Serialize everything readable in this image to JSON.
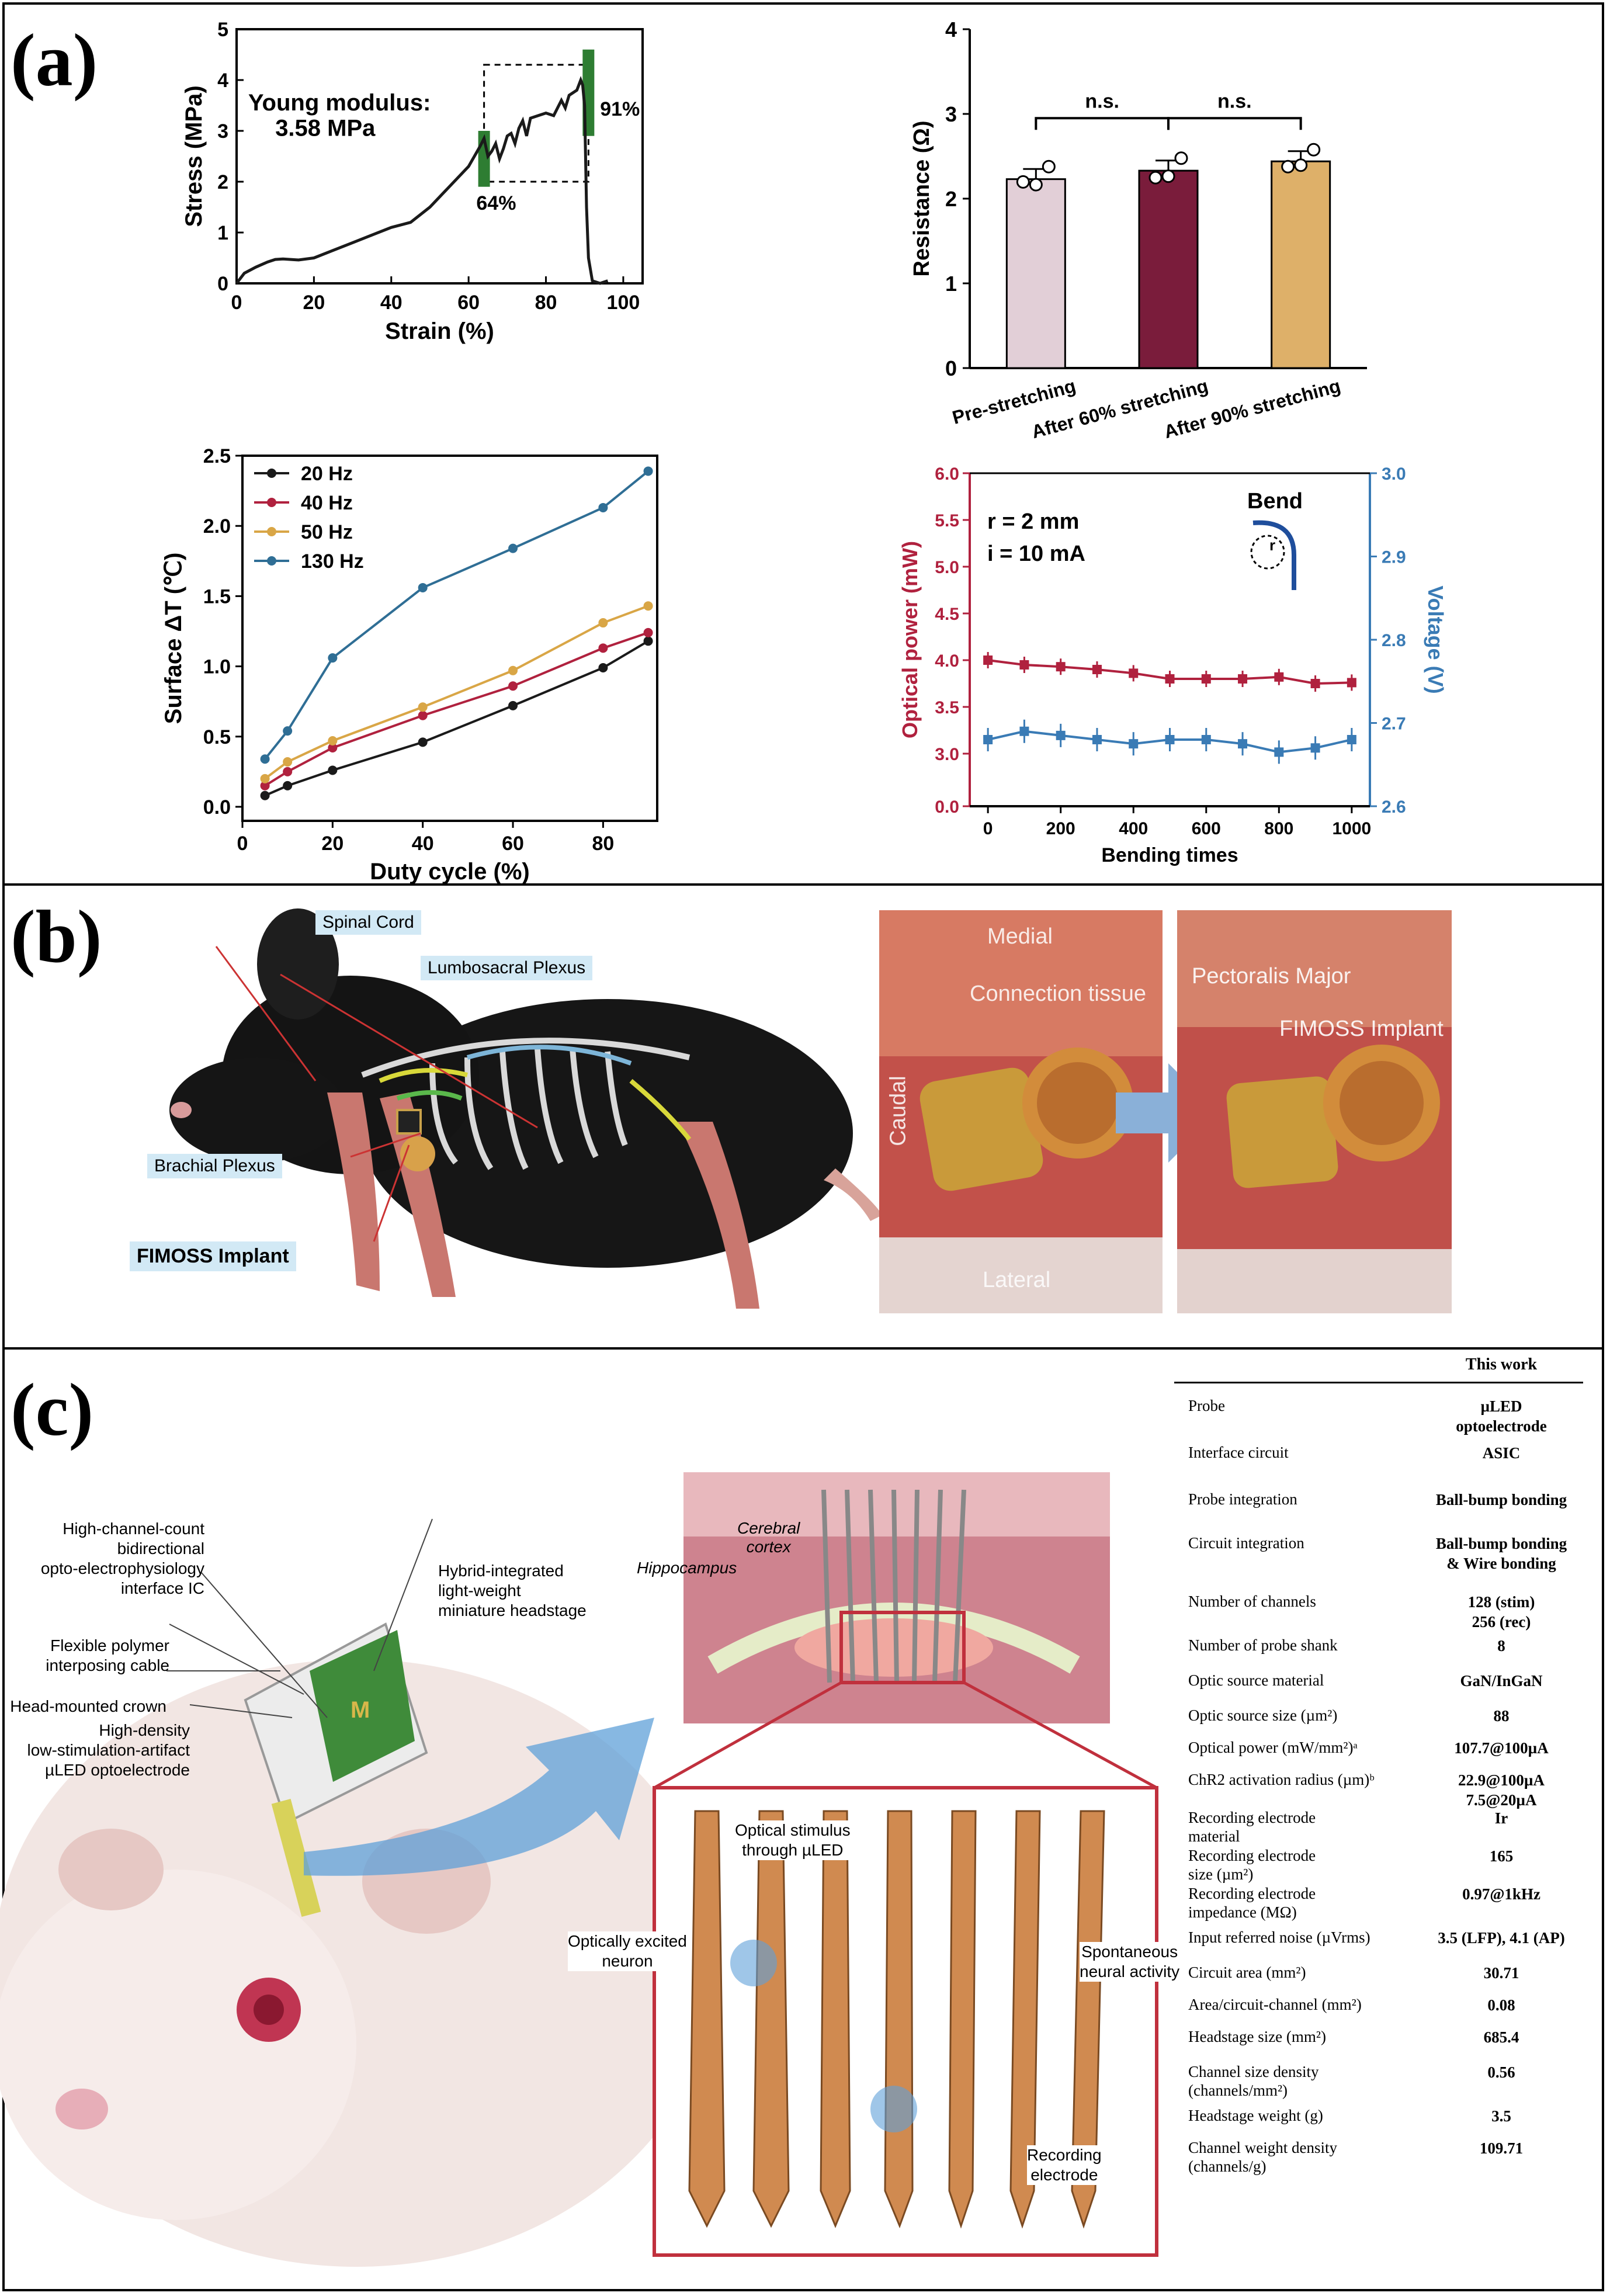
{
  "panels": {
    "a": "(a)",
    "b": "(b)",
    "c": "(c)"
  },
  "chart_data": [
    {
      "type": "line",
      "xlabel": "Strain (%)",
      "ylabel": "Stress (MPa)",
      "xlim": [
        0,
        105
      ],
      "ylim": [
        0,
        5
      ],
      "x_ticks": [
        "0",
        "20",
        "40",
        "60",
        "80",
        "100"
      ],
      "y_ticks": [
        "0",
        "1",
        "2",
        "3",
        "4",
        "5"
      ],
      "annotations": [
        "Young modulus:",
        "3.58 MPa",
        "64%",
        "91%"
      ],
      "series": [
        {
          "x": [
            0,
            2,
            5,
            8,
            10,
            12,
            16,
            20,
            25,
            30,
            35,
            40,
            45,
            50,
            55,
            60,
            63,
            64,
            65,
            66,
            67,
            68,
            69,
            70,
            71,
            72,
            73,
            74,
            75,
            76,
            78,
            80,
            82,
            84,
            85,
            86,
            88,
            89,
            89.5,
            90,
            90.5,
            91,
            92,
            94,
            96
          ],
          "y": [
            0,
            0.2,
            0.32,
            0.42,
            0.47,
            0.48,
            0.46,
            0.5,
            0.65,
            0.8,
            0.95,
            1.1,
            1.2,
            1.5,
            1.9,
            2.3,
            2.7,
            2.85,
            2.5,
            2.6,
            2.75,
            2.45,
            2.65,
            2.9,
            2.95,
            2.75,
            3.05,
            3.2,
            2.9,
            3.25,
            3.3,
            3.35,
            3.3,
            3.6,
            3.45,
            3.7,
            3.8,
            4.0,
            3.9,
            3.5,
            1.5,
            0.5,
            0.05,
            0.0,
            0.05
          ]
        }
      ]
    },
    {
      "type": "bar",
      "ylabel": "Resistance (Ω)",
      "categories": [
        "Pre-stretching",
        "After 60% stretching",
        "After 90% stretching"
      ],
      "values": [
        2.23,
        2.33,
        2.44
      ],
      "errors": [
        0.12,
        0.12,
        0.12
      ],
      "points": [
        [
          2.17,
          2.22,
          2.35
        ],
        [
          2.22,
          2.32,
          2.45
        ],
        [
          2.35,
          2.45,
          2.55
        ]
      ],
      "colors": [
        "#e2cfd7",
        "#7a1c3b",
        "#deb069"
      ],
      "ylim": [
        0,
        4
      ],
      "y_ticks": [
        "0",
        "1",
        "2",
        "3",
        "4"
      ],
      "annotations": [
        "n.s.",
        "n.s."
      ]
    },
    {
      "type": "line",
      "xlabel": "Duty cycle (%)",
      "ylabel": "Surface ΔT (℃)",
      "xlim": [
        0,
        92
      ],
      "ylim": [
        -0.1,
        2.5
      ],
      "x_ticks": [
        "0",
        "20",
        "40",
        "60",
        "80"
      ],
      "y_ticks": [
        "0.0",
        "0.5",
        "1.0",
        "1.5",
        "2.0",
        "2.5"
      ],
      "legend": "top-left",
      "x": [
        5,
        10,
        20,
        40,
        60,
        80,
        90
      ],
      "series": [
        {
          "name": "20 Hz",
          "color": "#1a1a1a",
          "values": [
            0.08,
            0.15,
            0.26,
            0.46,
            0.72,
            0.99,
            1.18
          ]
        },
        {
          "name": "40 Hz",
          "color": "#b0213e",
          "values": [
            0.15,
            0.25,
            0.42,
            0.65,
            0.86,
            1.13,
            1.24
          ]
        },
        {
          "name": "50 Hz",
          "color": "#d9a646",
          "values": [
            0.2,
            0.32,
            0.47,
            0.71,
            0.97,
            1.31,
            1.43
          ]
        },
        {
          "name": "130 Hz",
          "color": "#2f6e95",
          "values": [
            0.34,
            0.54,
            1.06,
            1.56,
            1.84,
            2.13,
            2.39
          ]
        }
      ]
    },
    {
      "type": "line",
      "xlabel": "Bending times",
      "ylabel": "Optical power (mW)",
      "ylabel_right": "Voltage (V)",
      "xlim": [
        -50,
        1050
      ],
      "ylim": [
        0,
        6
      ],
      "ylim_right": [
        2.6,
        3.0
      ],
      "x_ticks": [
        "0",
        "200",
        "400",
        "600",
        "800",
        "1000"
      ],
      "y_ticks": [
        "0.0",
        "3.0",
        "3.5",
        "4.0",
        "4.5",
        "5.0",
        "5.5",
        "6.0"
      ],
      "y_ticks_right": [
        "2.6",
        "2.7",
        "2.8",
        "2.9",
        "3.0"
      ],
      "annotations": [
        "r = 2 mm",
        "i = 10 mA",
        "Bend",
        "r"
      ],
      "x": [
        0,
        100,
        200,
        300,
        400,
        500,
        600,
        700,
        800,
        900,
        1000
      ],
      "series": [
        {
          "name": "Optical power (mW)",
          "color": "#b0213e",
          "values": [
            4.0,
            3.95,
            3.93,
            3.9,
            3.86,
            3.8,
            3.8,
            3.8,
            3.82,
            3.75,
            3.76
          ]
        },
        {
          "name": "Voltage (V)",
          "color": "#3a7bb5",
          "values": [
            2.68,
            2.69,
            2.685,
            2.68,
            2.675,
            2.68,
            2.68,
            2.675,
            2.665,
            2.67,
            2.68
          ]
        }
      ]
    }
  ],
  "figure_b": {
    "labels": {
      "spinal_cord": "Spinal Cord",
      "lumbosacral": "Lumbosacral Plexus",
      "brachial": "Brachial Plexus",
      "implant": "FIMOSS Implant"
    },
    "photo1": {
      "medial": "Medial",
      "connection": "Connection tissue",
      "caudal": "Caudal",
      "lateral": "Lateral"
    },
    "photo2": {
      "pectoralis": "Pectoralis Major",
      "implant": "FIMOSS Implant"
    },
    "colors": {
      "label_bg": "#d2e9f5",
      "tissue": "#c2514a",
      "arrow": "#8ab0d8"
    }
  },
  "figure_c": {
    "callouts": {
      "ic": "High-channel-count\nbidirectional\nopto-electrophysiology\ninterface IC",
      "headstage": "Hybrid-integrated\nlight-weight\nminiature headstage",
      "cable": "Flexible polymer\ninterposing cable",
      "crown": "Head-mounted crown",
      "electrode": "High-density\nlow-stimulation-artifact\nµLED optoelectrode",
      "cortex": "Cerebral\ncortex",
      "hippocampus": "Hippocampus",
      "optical": "Optical stimulus\nthrough µLED",
      "excited": "Optically excited\nneuron",
      "spontaneous": "Spontaneous\nneural activity",
      "recording": "Recording\nelectrode"
    },
    "table": {
      "header": "This work",
      "rows": [
        {
          "k": "Probe",
          "v": "µLED\noptoelectrode"
        },
        {
          "k": "Interface circuit",
          "v": "ASIC"
        },
        {
          "k": "Probe integration",
          "v": "Ball-bump bonding"
        },
        {
          "k": "Circuit integration",
          "v": "Ball-bump bonding\n& Wire bonding"
        },
        {
          "k": "Number of channels",
          "v": "128 (stim)\n256 (rec)"
        },
        {
          "k": "Number of probe shank",
          "v": "8"
        },
        {
          "k": "Optic source material",
          "v": "GaN/InGaN"
        },
        {
          "k": "Optic source size (µm²)",
          "v": "88"
        },
        {
          "k": "Optical power (mW/mm²)ᵃ",
          "v": "107.7@100µA"
        },
        {
          "k": "ChR2 activation radius (µm)ᵇ",
          "v": "22.9@100µA\n7.5@20µA"
        },
        {
          "k": "Recording electrode\nmaterial",
          "v": "Ir"
        },
        {
          "k": "Recording electrode\nsize (µm²)",
          "v": "165"
        },
        {
          "k": "Recording electrode\nimpedance (MΩ)",
          "v": "0.97@1kHz"
        },
        {
          "k": "Input referred noise (µVrms)",
          "v": "3.5 (LFP), 4.1 (AP)"
        },
        {
          "k": "Circuit area (mm²)",
          "v": "30.71"
        },
        {
          "k": "Area/circuit-channel (mm²)",
          "v": "0.08"
        },
        {
          "k": "Headstage size (mm²)",
          "v": "685.4"
        },
        {
          "k": "Channel size density\n(channels/mm²)",
          "v": "0.56"
        },
        {
          "k": "Headstage weight (g)",
          "v": "3.5"
        },
        {
          "k": "Channel weight density\n(channels/g)",
          "v": "109.71"
        }
      ]
    }
  }
}
